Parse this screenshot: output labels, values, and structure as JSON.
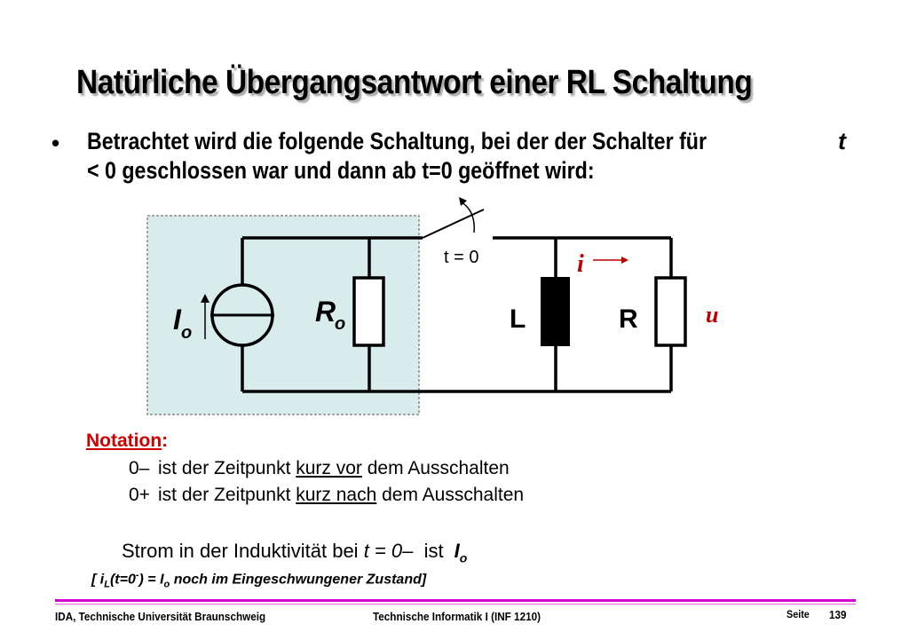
{
  "slide": {
    "title": "Natürliche Übergangsantwort einer RL Schaltung",
    "bullet": {
      "line1": "Betrachtet wird die folgende Schaltung, bei der der Schalter für",
      "line1_var": "t",
      "line2": "< 0 geschlossen war und dann ab t=0 geöffnet wird:"
    }
  },
  "circuit": {
    "switch_label": "t = 0",
    "source_label": "I",
    "source_sub": "o",
    "ro_label": "R",
    "ro_sub": "o",
    "l_label": "L",
    "r_label": "R",
    "current_label": "i",
    "voltage_label": "u",
    "highlight_color": "#d8ecec",
    "inductor_color": "#000000"
  },
  "notation": {
    "title": "Notation",
    "colon": ":",
    "line1": {
      "sym": "0–",
      "pre": "ist der Zeitpunkt ",
      "underlined": "kurz vor",
      "post": " dem Ausschalten"
    },
    "line2": {
      "sym": "0+",
      "pre": "ist der Zeitpunkt ",
      "underlined": "kurz nach",
      "post": " dem Ausschalten"
    }
  },
  "strom": {
    "pre": "Strom in der Induktivität bei ",
    "cond": "t = 0–",
    "mid": "  ist",
    "io": "I",
    "io_sub": "o"
  },
  "bracket": {
    "text_a": "[ i",
    "sub_l": "L",
    "text_b": "(t=0",
    "sup_minus": "-",
    "text_c": ") = I",
    "sub_o": "o",
    "text_d": " noch im Eingeschwungener Zustand]"
  },
  "footer": {
    "left": "IDA, Technische Universität Braunschweig",
    "center": "Technische Informatik I (INF 1210)",
    "page_label": "Seite",
    "page_number": "139"
  },
  "colors": {
    "accent_footer": "#d000d0",
    "notation_red": "#d00000",
    "variable_red": "#c00000"
  }
}
